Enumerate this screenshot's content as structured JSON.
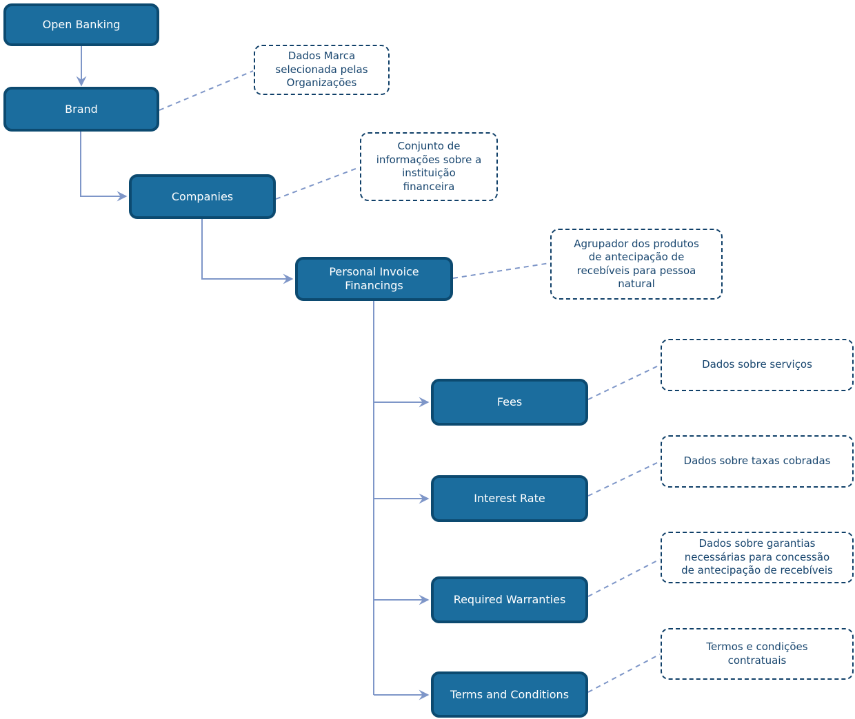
{
  "nodes": [
    {
      "id": "open-banking",
      "label": "Open Banking"
    },
    {
      "id": "brand",
      "label": "Brand"
    },
    {
      "id": "companies",
      "label": "Companies"
    },
    {
      "id": "personal-invoice-financings",
      "label": "Personal Invoice Financings"
    },
    {
      "id": "fees",
      "label": "Fees"
    },
    {
      "id": "interest-rate",
      "label": "Interest Rate"
    },
    {
      "id": "required-warranties",
      "label": "Required Warranties"
    },
    {
      "id": "terms-and-conditions",
      "label": "Terms and Conditions"
    }
  ],
  "annotations": [
    {
      "for": "brand",
      "text": "Dados Marca\nselecionada pelas\nOrganizações"
    },
    {
      "for": "companies",
      "text": "Conjunto de\ninformações sobre a\ninstituição\nfinanceira"
    },
    {
      "for": "personal-invoice-financings",
      "text": "Agrupador dos produtos\nde antecipação de\nrecebíveis para pessoa\nnatural"
    },
    {
      "for": "fees",
      "text": "Dados sobre serviços"
    },
    {
      "for": "interest-rate",
      "text": "Dados sobre taxas cobradas"
    },
    {
      "for": "required-warranties",
      "text": "Dados sobre garantias\nnecessárias para concessão\nde antecipação de recebíveis"
    },
    {
      "for": "terms-and-conditions",
      "text": "Termos e condições\ncontratuais"
    }
  ],
  "colors": {
    "background": "#ffffff",
    "node_fill": "#1b6d9e",
    "node_border": "#0c4a70",
    "node_text": "#ffffff",
    "annotation_border": "#0f3f68",
    "annotation_text": "#17456e",
    "connector": "#7e96c8"
  }
}
